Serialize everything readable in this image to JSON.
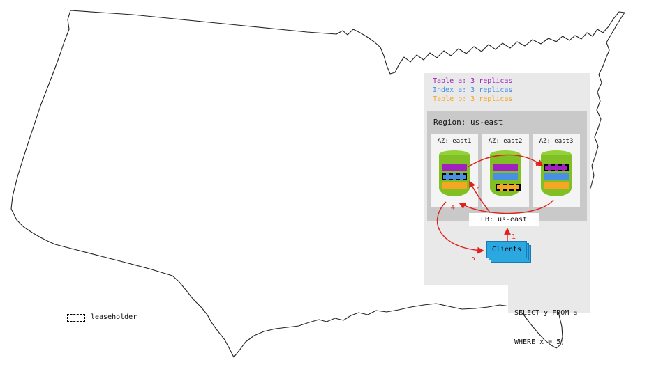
{
  "legend": {
    "items": [
      {
        "id": "table-a",
        "label": "Table a: 3 replicas",
        "color": "#a020c0"
      },
      {
        "id": "index-a",
        "label": "Index a: 3 replicas",
        "color": "#4a90e2"
      },
      {
        "id": "table-b",
        "label": "Table b: 3 replicas",
        "color": "#f5a623"
      }
    ]
  },
  "region": {
    "title": "Region: us-east",
    "azs": [
      {
        "label": "AZ: east1",
        "leaseholder_of": "Index a"
      },
      {
        "label": "AZ: east2",
        "leaseholder_of": "Table b"
      },
      {
        "label": "AZ: east3",
        "leaseholder_of": "Table a"
      }
    ]
  },
  "lb": {
    "label": "LB: us-east"
  },
  "clients": {
    "label": "Clients"
  },
  "query": {
    "lines": [
      "SELECT y FROM a",
      "WHERE x = 5;"
    ]
  },
  "map_legend": {
    "leaseholder_label": "leaseholder"
  },
  "steps": [
    "1",
    "2",
    "3",
    "4",
    "5"
  ],
  "colors": {
    "table_a": "#a020c0",
    "index_a": "#4a90e2",
    "table_b": "#f5a623",
    "cylinder_green": "#80c025",
    "arrow_red": "#e0201a",
    "clients_blue": "#2ba8e0",
    "panel_gray": "#e9e9e9",
    "region_gray": "#c9c9c9"
  }
}
